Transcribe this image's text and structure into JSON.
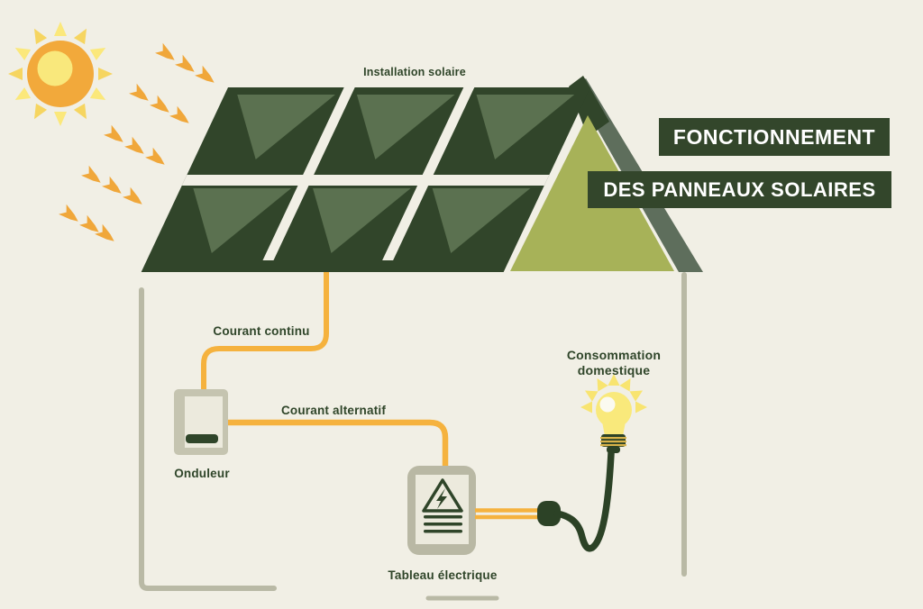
{
  "scene": {
    "background": "#f1efe5",
    "description": "Infographic explaining how residential solar panels work"
  },
  "banners": {
    "line1": "FONCTIONNEMENT",
    "line2": "DES PANNEAUX SOLAIRES",
    "bg_color": "#33462b",
    "text_color": "#ffffff"
  },
  "labels": {
    "installation": "Installation solaire",
    "dc_current": "Courant continu",
    "ac_current": "Courant alternatif",
    "inverter": "Onduleur",
    "electrical_panel": "Tableau électrique",
    "consumption_line1": "Consommation",
    "consumption_line2": "domestique",
    "text_color": "#2f4529"
  },
  "icons": {
    "sun": "sun-icon",
    "sunbeams": "sunbeam-arrow-icon",
    "solar_roof": "solar-roof-icon",
    "inverter_box": "inverter-box-icon",
    "electrical_panel_box": "electrical-panel-icon",
    "high_voltage_sign": "high-voltage-warning-icon",
    "plug": "power-plug-icon",
    "bulb": "light-bulb-icon"
  },
  "colors": {
    "dark_green": "#31452a",
    "panel_cell_green": "#5b7150",
    "roof_edge_gray_green": "#5e6e5c",
    "gable_light_green": "#a7b258",
    "sun_orange": "#f2a93b",
    "sun_inner_yellow": "#f9e87c",
    "ray_yellow_light": "#fbe87b",
    "ray_yellow_deep": "#f6d560",
    "wire_orange": "#f5b23e",
    "cord_dark_green": "#2c4226",
    "wall_gray": "#b9b9a5",
    "box_outer_gray": "#c5c4b0",
    "box_inner_cream": "#eceadd",
    "bulb_yellow": "#f9e97b",
    "bulb_stripe_gold": "#d9b34a"
  }
}
